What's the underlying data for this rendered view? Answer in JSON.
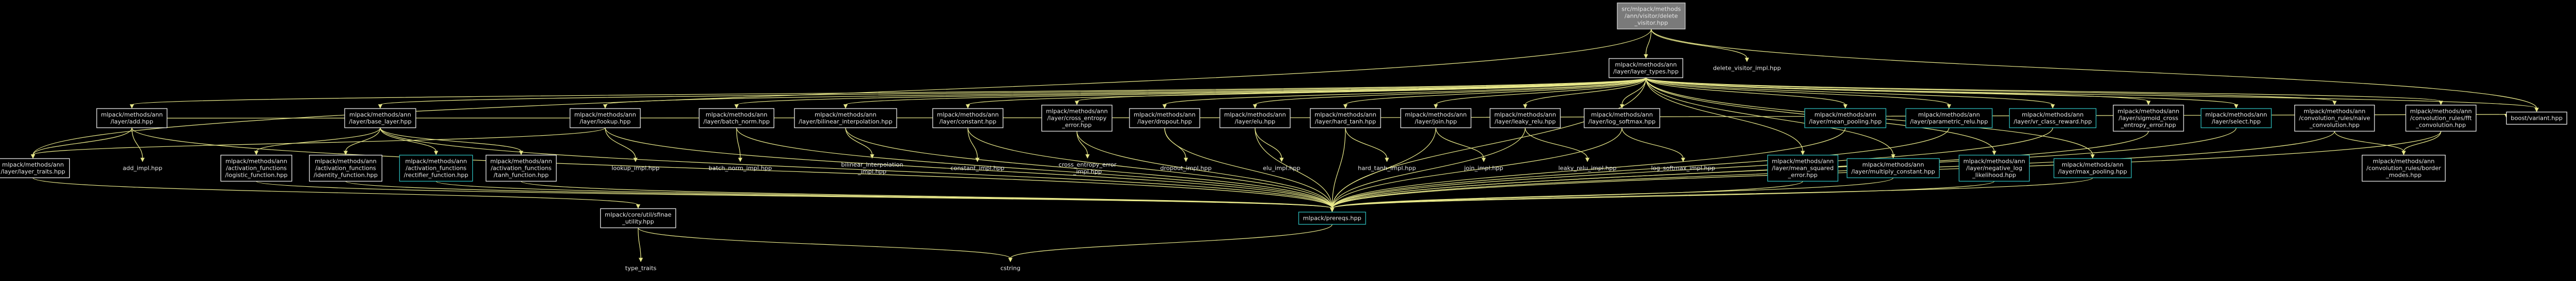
{
  "graph": {
    "title": "",
    "colors": {
      "background": "#000000",
      "edge": "#e8e88a",
      "node_fill_default": "#000000",
      "node_stroke_default": "#e6e6e6",
      "node_stroke_cyan": "#2bb5b5",
      "node_fill_root": "#7a7a7a",
      "node_stroke_root": "#d0d0d0",
      "text": "#e6e6e6"
    },
    "nodes": [
      {
        "id": "root",
        "style": "root",
        "lines": [
          "src/mlpack/methods",
          "/ann/visitor/delete",
          "_visitor.hpp"
        ]
      },
      {
        "id": "dvimpl",
        "style": "plain",
        "lines": [
          "delete_visitor_impl.hpp"
        ]
      },
      {
        "id": "layertypes",
        "style": "box",
        "lines": [
          "mlpack/methods/ann",
          "/layer/layer_types.hpp"
        ]
      },
      {
        "id": "boostvariant",
        "style": "box",
        "lines": [
          "boost/variant.hpp"
        ]
      },
      {
        "id": "add",
        "style": "box",
        "lines": [
          "mlpack/methods/ann",
          "/layer/add.hpp"
        ]
      },
      {
        "id": "baselayer",
        "style": "box",
        "lines": [
          "mlpack/methods/ann",
          "/layer/base_layer.hpp"
        ]
      },
      {
        "id": "lookup",
        "style": "box",
        "lines": [
          "mlpack/methods/ann",
          "/layer/lookup.hpp"
        ]
      },
      {
        "id": "batchnorm",
        "style": "box",
        "lines": [
          "mlpack/methods/ann",
          "/layer/batch_norm.hpp"
        ]
      },
      {
        "id": "bilinear",
        "style": "box",
        "lines": [
          "mlpack/methods/ann",
          "/layer/bilinear_interpolation.hpp"
        ]
      },
      {
        "id": "constant",
        "style": "box",
        "lines": [
          "mlpack/methods/ann",
          "/layer/constant.hpp"
        ]
      },
      {
        "id": "crossentropy",
        "style": "box",
        "lines": [
          "mlpack/methods/ann",
          "/layer/cross_entropy",
          "_error.hpp"
        ]
      },
      {
        "id": "dropout",
        "style": "box",
        "lines": [
          "mlpack/methods/ann",
          "/layer/dropout.hpp"
        ]
      },
      {
        "id": "elu",
        "style": "box",
        "lines": [
          "mlpack/methods/ann",
          "/layer/elu.hpp"
        ]
      },
      {
        "id": "hardtanh",
        "style": "box",
        "lines": [
          "mlpack/methods/ann",
          "/layer/hard_tanh.hpp"
        ]
      },
      {
        "id": "join",
        "style": "box",
        "lines": [
          "mlpack/methods/ann",
          "/layer/join.hpp"
        ]
      },
      {
        "id": "leakyrelu",
        "style": "box",
        "lines": [
          "mlpack/methods/ann",
          "/layer/leaky_relu.hpp"
        ]
      },
      {
        "id": "logsoftmax",
        "style": "box",
        "lines": [
          "mlpack/methods/ann",
          "/layer/log_softmax.hpp"
        ]
      },
      {
        "id": "meanpool",
        "style": "cyan",
        "lines": [
          "mlpack/methods/ann",
          "/layer/mean_pooling.hpp"
        ]
      },
      {
        "id": "prelu",
        "style": "cyan",
        "lines": [
          "mlpack/methods/ann",
          "/layer/parametric_relu.hpp"
        ]
      },
      {
        "id": "vrclass",
        "style": "cyan",
        "lines": [
          "mlpack/methods/ann",
          "/layer/vr_class_reward.hpp"
        ]
      },
      {
        "id": "sigmoidce",
        "style": "box",
        "lines": [
          "mlpack/methods/ann",
          "/layer/sigmoid_cross",
          "_entropy_error.hpp"
        ]
      },
      {
        "id": "select",
        "style": "cyan",
        "lines": [
          "mlpack/methods/ann",
          "/layer/select.hpp"
        ]
      },
      {
        "id": "naiveconv",
        "style": "box",
        "lines": [
          "mlpack/methods/ann",
          "/convolution_rules/naive",
          "_convolution.hpp"
        ]
      },
      {
        "id": "fftconv",
        "style": "box",
        "lines": [
          "mlpack/methods/ann",
          "/convolution_rules/fft",
          "_convolution.hpp"
        ]
      },
      {
        "id": "layertraits",
        "style": "box",
        "lines": [
          "mlpack/methods/ann",
          "/layer/layer_traits.hpp"
        ]
      },
      {
        "id": "addimpl",
        "style": "plain",
        "lines": [
          "add_impl.hpp"
        ]
      },
      {
        "id": "logistic",
        "style": "box",
        "lines": [
          "mlpack/methods/ann",
          "/activation_functions",
          "/logistic_function.hpp"
        ]
      },
      {
        "id": "identity",
        "style": "box",
        "lines": [
          "mlpack/methods/ann",
          "/activation_functions",
          "/identity_function.hpp"
        ]
      },
      {
        "id": "rectifier",
        "style": "cyan",
        "lines": [
          "mlpack/methods/ann",
          "/activation_functions",
          "/rectifier_function.hpp"
        ]
      },
      {
        "id": "tanhfn",
        "style": "box",
        "lines": [
          "mlpack/methods/ann",
          "/activation_functions",
          "/tanh_function.hpp"
        ]
      },
      {
        "id": "lookupimpl",
        "style": "plain",
        "lines": [
          "lookup_impl.hpp"
        ]
      },
      {
        "id": "batchnormimpl",
        "style": "plain",
        "lines": [
          "batch_norm_impl.hpp"
        ]
      },
      {
        "id": "bilinearimpl",
        "style": "plain",
        "lines": [
          "bilinear_interpolation",
          "_impl.hpp"
        ]
      },
      {
        "id": "constantimpl",
        "style": "plain",
        "lines": [
          "constant_impl.hpp"
        ]
      },
      {
        "id": "ceimpl",
        "style": "plain",
        "lines": [
          "cross_entropy_error",
          "_impl.hpp"
        ]
      },
      {
        "id": "dropoutimpl",
        "style": "plain",
        "lines": [
          "dropout_impl.hpp"
        ]
      },
      {
        "id": "eluimpl",
        "style": "plain",
        "lines": [
          "elu_impl.hpp"
        ]
      },
      {
        "id": "hardtanhimpl",
        "style": "plain",
        "lines": [
          "hard_tanh_impl.hpp"
        ]
      },
      {
        "id": "joinimpl",
        "style": "plain",
        "lines": [
          "join_impl.hpp"
        ]
      },
      {
        "id": "leakyimpl",
        "style": "plain",
        "lines": [
          "leaky_relu_impl.hpp"
        ]
      },
      {
        "id": "logsoftmaximpl",
        "style": "plain",
        "lines": [
          "log_softmax_impl.hpp"
        ]
      },
      {
        "id": "mse",
        "style": "cyan",
        "lines": [
          "mlpack/methods/ann",
          "/layer/mean_squared",
          "_error.hpp"
        ]
      },
      {
        "id": "multconst",
        "style": "cyan",
        "lines": [
          "mlpack/methods/ann",
          "/layer/multiply_constant.hpp"
        ]
      },
      {
        "id": "nll",
        "style": "cyan",
        "lines": [
          "mlpack/methods/ann",
          "/layer/negative_log",
          "_likelihood.hpp"
        ]
      },
      {
        "id": "maxpool",
        "style": "cyan",
        "lines": [
          "mlpack/methods/ann",
          "/layer/max_pooling.hpp"
        ]
      },
      {
        "id": "bordermodes",
        "style": "box",
        "lines": [
          "mlpack/methods/ann",
          "/convolution_rules/border",
          "_modes.hpp"
        ]
      },
      {
        "id": "prereqs",
        "style": "cyan",
        "lines": [
          "mlpack/prereqs.hpp"
        ]
      },
      {
        "id": "sfinae",
        "style": "box",
        "lines": [
          "mlpack/core/util/sfinae",
          "_utility.hpp"
        ]
      },
      {
        "id": "cstring",
        "style": "plain",
        "lines": [
          "cstring"
        ]
      },
      {
        "id": "typetraits",
        "style": "plain",
        "lines": [
          "type_traits"
        ]
      }
    ]
  }
}
